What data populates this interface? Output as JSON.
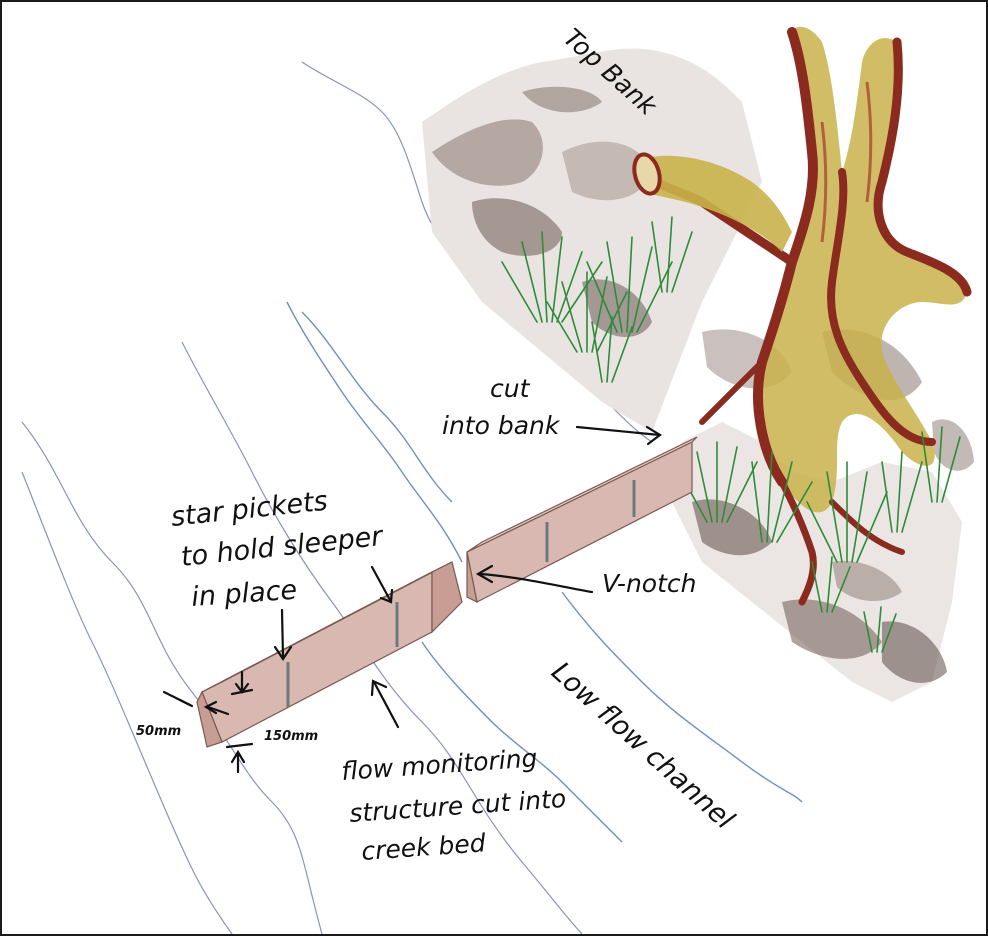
{
  "labels": {
    "top_bank": "Top Bank",
    "cut_into_bank_1": "cut",
    "cut_into_bank_2": "into bank",
    "star_pickets_1": "star pickets",
    "star_pickets_2": "to hold sleeper",
    "star_pickets_3": "in place",
    "v_notch": "V-notch",
    "low_flow_channel": "Low flow channel",
    "flow_monitoring_1": "flow monitoring",
    "flow_monitoring_2": "structure cut into",
    "flow_monitoring_3": "creek bed",
    "dim_50mm": "50mm",
    "dim_150mm": "150mm"
  },
  "colors": {
    "sleeper_fill": "#d8b8b0",
    "sleeper_shade": "#c79d94",
    "tree_bark": "#8b2b1f",
    "tree_highlight": "#c9b24a",
    "grass": "#2e8b3a",
    "rock": "#6e5a52",
    "water_line": "#6f8fc4",
    "creek_line": "#8a94b8"
  }
}
